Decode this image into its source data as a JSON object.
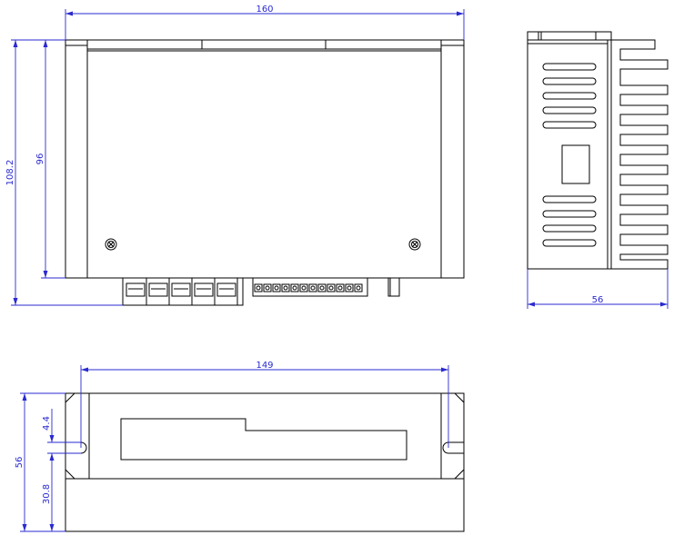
{
  "dimensions": {
    "top_width": "160",
    "total_height": "108.2",
    "body_height": "96",
    "side_depth": "56",
    "hole_spacing": "149",
    "front_height": "56",
    "slot_height": "4.4",
    "slot_offset": "30.8"
  },
  "colors": {
    "outline": "#000000",
    "dimension": "#2a2ad0"
  }
}
